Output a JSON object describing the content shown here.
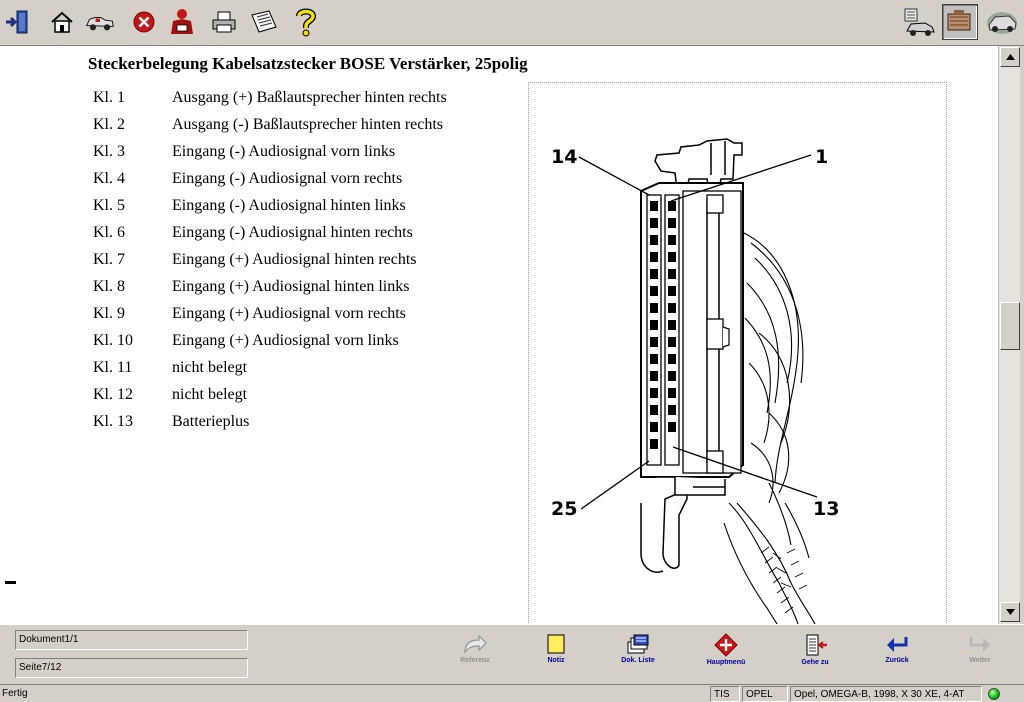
{
  "toolbar": {
    "left_icons": [
      "exit-icon",
      "home-icon",
      "vehicle-selection-icon",
      "cancel-icon",
      "user-icon",
      "print-icon",
      "notes-icon",
      "help-icon"
    ],
    "right_icons": [
      "vehicle-info-icon",
      "engine-component-icon",
      "vehicle-image-icon"
    ]
  },
  "document": {
    "title": "Steckerbelegung Kabelsatzstecker BOSE Verstärker, 25polig",
    "pins": [
      {
        "id": "Kl. 1",
        "description": "Ausgang (+) Baßlautsprecher hinten rechts"
      },
      {
        "id": "Kl. 2",
        "description": "Ausgang (-) Baßlautsprecher hinten rechts"
      },
      {
        "id": "Kl. 3",
        "description": "Eingang (-) Audiosignal vorn links"
      },
      {
        "id": "Kl. 4",
        "description": "Eingang (-) Audiosignal vorn rechts"
      },
      {
        "id": "Kl. 5",
        "description": "Eingang (-) Audiosignal hinten links"
      },
      {
        "id": "Kl. 6",
        "description": "Eingang (-) Audiosignal hinten rechts"
      },
      {
        "id": "Kl. 7",
        "description": "Eingang (+) Audiosignal hinten rechts"
      },
      {
        "id": "Kl. 8",
        "description": "Eingang (+) Audiosignal hinten links"
      },
      {
        "id": "Kl. 9",
        "description": "Eingang (+) Audiosignal vorn rechts"
      },
      {
        "id": "Kl. 10",
        "description": "Eingang (+) Audiosignal vorn links"
      },
      {
        "id": "Kl. 11",
        "description": "nicht belegt"
      },
      {
        "id": "Kl. 12",
        "description": "nicht belegt"
      },
      {
        "id": "Kl. 13",
        "description": "Batterieplus"
      }
    ],
    "diagram_callouts": {
      "top_left": "14",
      "top_right": "1",
      "bottom_left": "25",
      "bottom_right": "13"
    }
  },
  "info": {
    "document_counter": "Dokument1/1",
    "page_counter": "Seite7/12"
  },
  "nav": [
    {
      "label": "Referenz",
      "icon": "reference-arrow-icon",
      "enabled": false
    },
    {
      "label": "Notiz",
      "icon": "note-icon",
      "enabled": true
    },
    {
      "label": "Dok. Liste",
      "icon": "document-list-icon",
      "enabled": true
    },
    {
      "label": "Hauptmenü",
      "icon": "main-menu-icon",
      "enabled": true
    },
    {
      "label": "Gehe zu",
      "icon": "goto-icon",
      "enabled": true
    },
    {
      "label": "Zurück",
      "icon": "back-arrow-icon",
      "enabled": true
    },
    {
      "label": "Weiter",
      "icon": "forward-arrow-icon",
      "enabled": false
    }
  ],
  "status": {
    "text": "Fertig",
    "app": "TIS",
    "brand": "OPEL",
    "vehicle": "Opel, OMEGA-B, 1998, X 30 XE, 4-AT",
    "connection_color": "#10b010"
  }
}
